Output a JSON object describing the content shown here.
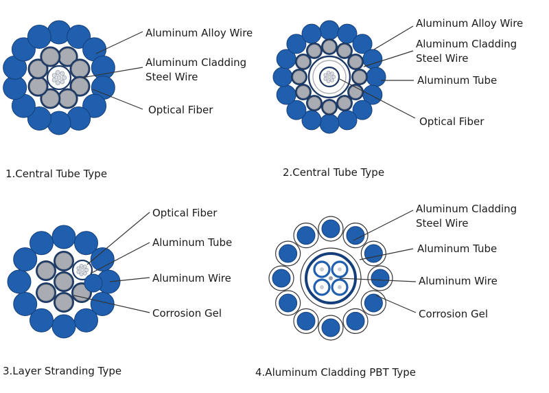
{
  "colors": {
    "blue": "#1f5fae",
    "blue_edge": "#153f7a",
    "grey": "#a9adb3",
    "grey_ring": "#1d3a66",
    "line": "#333333",
    "tube": "#ffffff"
  },
  "diagrams": [
    {
      "caption": "1.Central Tube Type",
      "labels": [
        {
          "text": "Aluminum Alloy Wire"
        },
        {
          "text": "Aluminum Cladding"
        },
        {
          "text": "Steel Wire"
        },
        {
          "text": "Optical Fiber"
        }
      ]
    },
    {
      "caption": "2.Central Tube Type",
      "labels": [
        {
          "text": "Aluminum Alloy Wire"
        },
        {
          "text": "Aluminum Cladding"
        },
        {
          "text": "Steel Wire"
        },
        {
          "text": "Aluminum Tube"
        },
        {
          "text": "Optical Fiber"
        }
      ]
    },
    {
      "caption": "3.Layer Stranding Type",
      "labels": [
        {
          "text": "Optical Fiber"
        },
        {
          "text": "Aluminum Tube"
        },
        {
          "text": "Aluminum Wire"
        },
        {
          "text": "Corrosion Gel"
        }
      ]
    },
    {
      "caption": "4.Aluminum Cladding PBT Type",
      "labels": [
        {
          "text": "Aluminum Cladding"
        },
        {
          "text": "Steel Wire"
        },
        {
          "text": "Aluminum Tube"
        },
        {
          "text": "Aluminum Wire"
        },
        {
          "text": "Corrosion Gel"
        }
      ]
    }
  ]
}
